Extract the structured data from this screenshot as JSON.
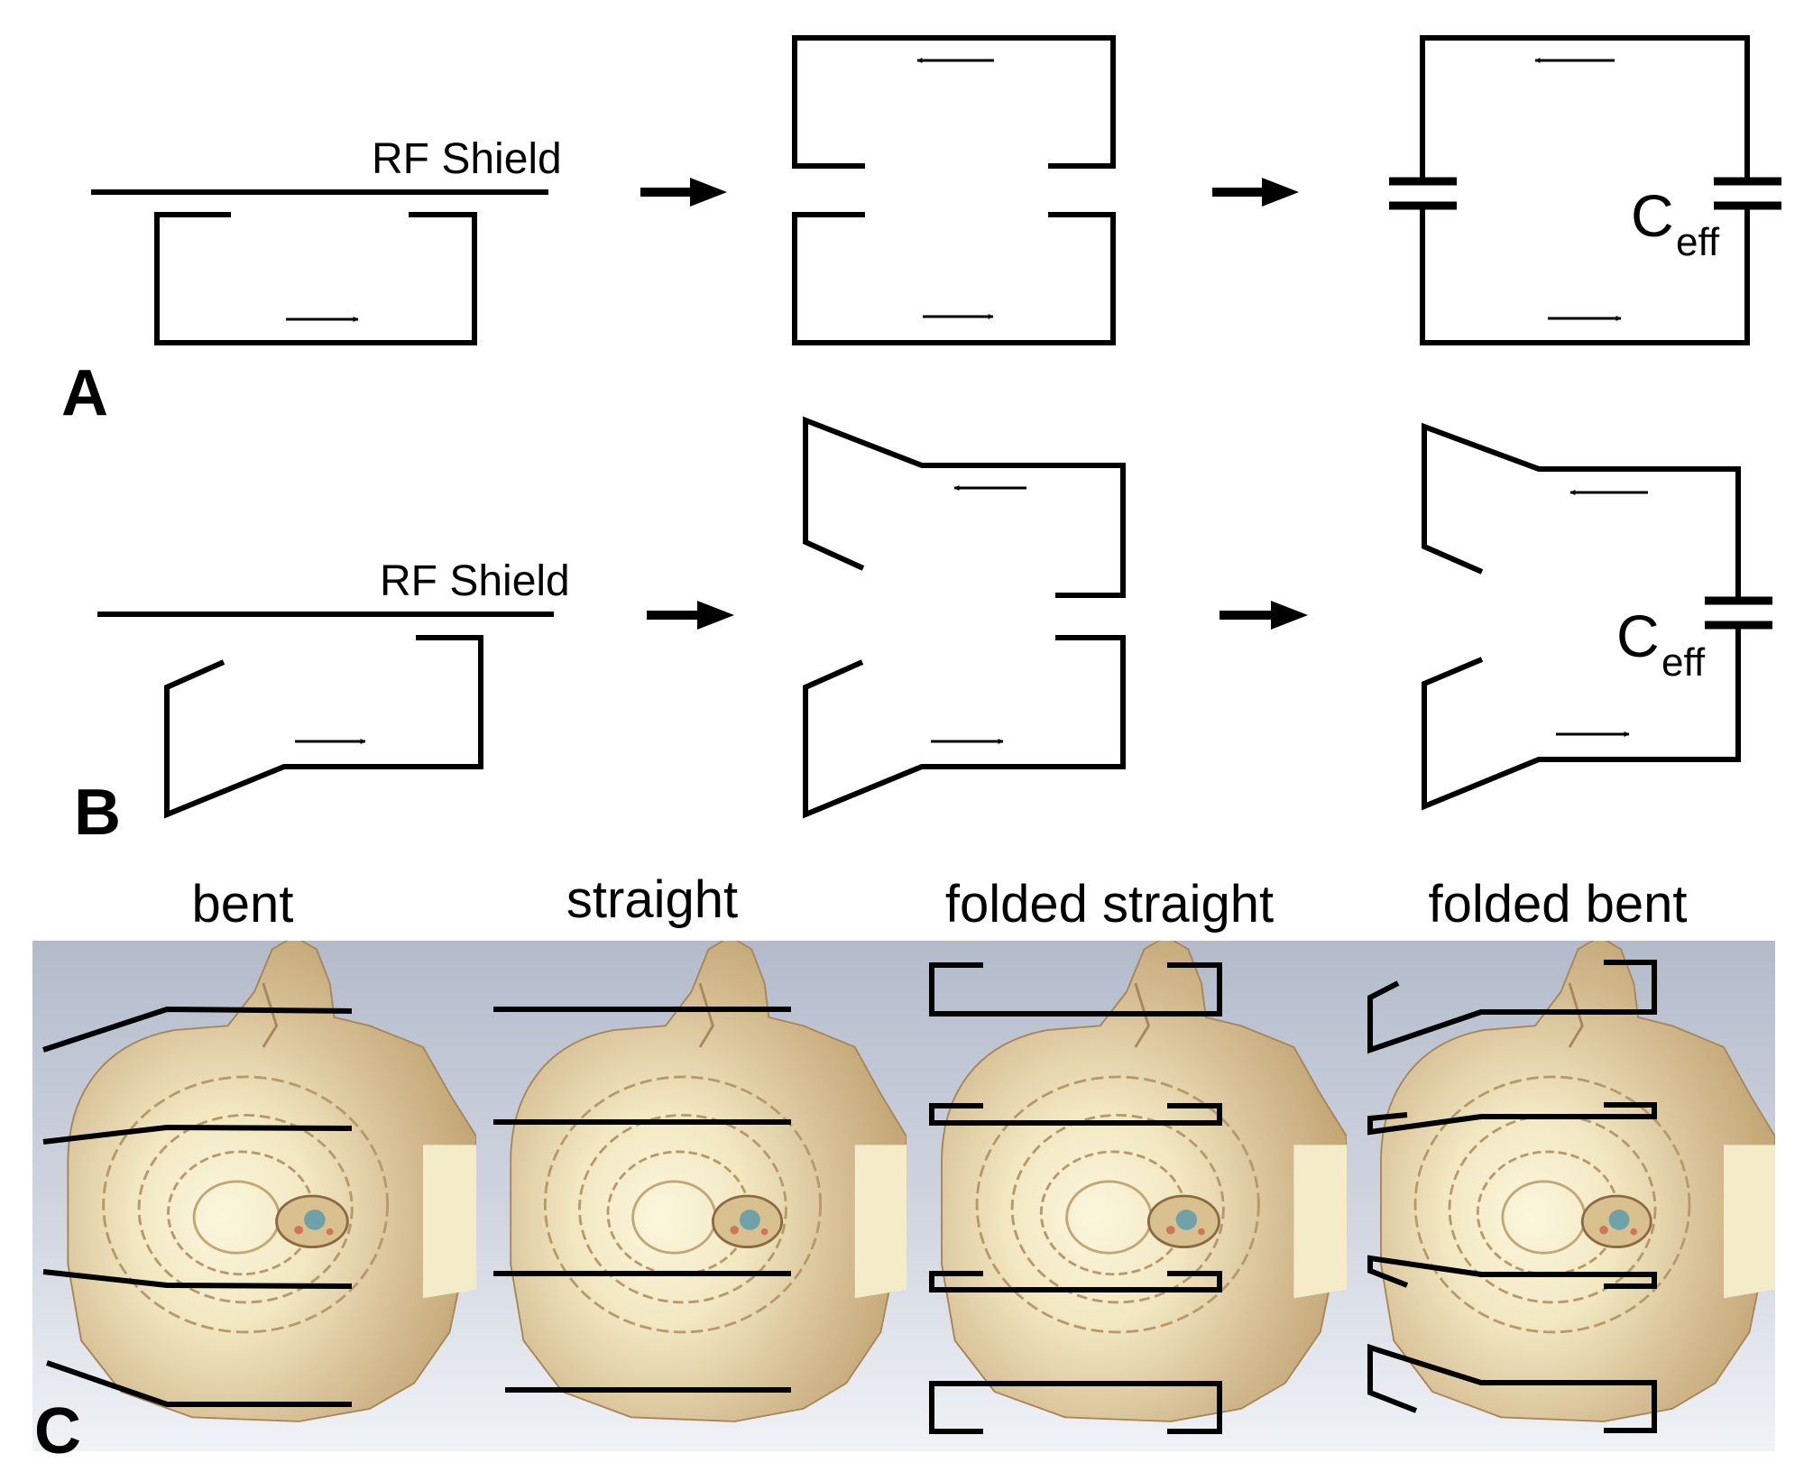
{
  "row_a": {
    "label": "A",
    "shield_label": "RF Shield",
    "capacitor_label": "C",
    "capacitor_subscript": "eff"
  },
  "row_b": {
    "label": "B",
    "shield_label": "RF Shield",
    "capacitor_label": "C",
    "capacitor_subscript": "eff"
  },
  "row_c": {
    "label": "C",
    "panels": [
      {
        "caption": "bent"
      },
      {
        "caption": "straight"
      },
      {
        "caption": "folded straight"
      },
      {
        "caption": "folded bent"
      }
    ]
  },
  "colors": {
    "line": "#000000",
    "background": "#ffffff",
    "sim_background_top": "#b6bdcc",
    "sim_background_bottom": "#eef0f4",
    "head_skin": "#cfb489",
    "head_light": "#f3ebc8",
    "head_dark": "#a8875a"
  }
}
